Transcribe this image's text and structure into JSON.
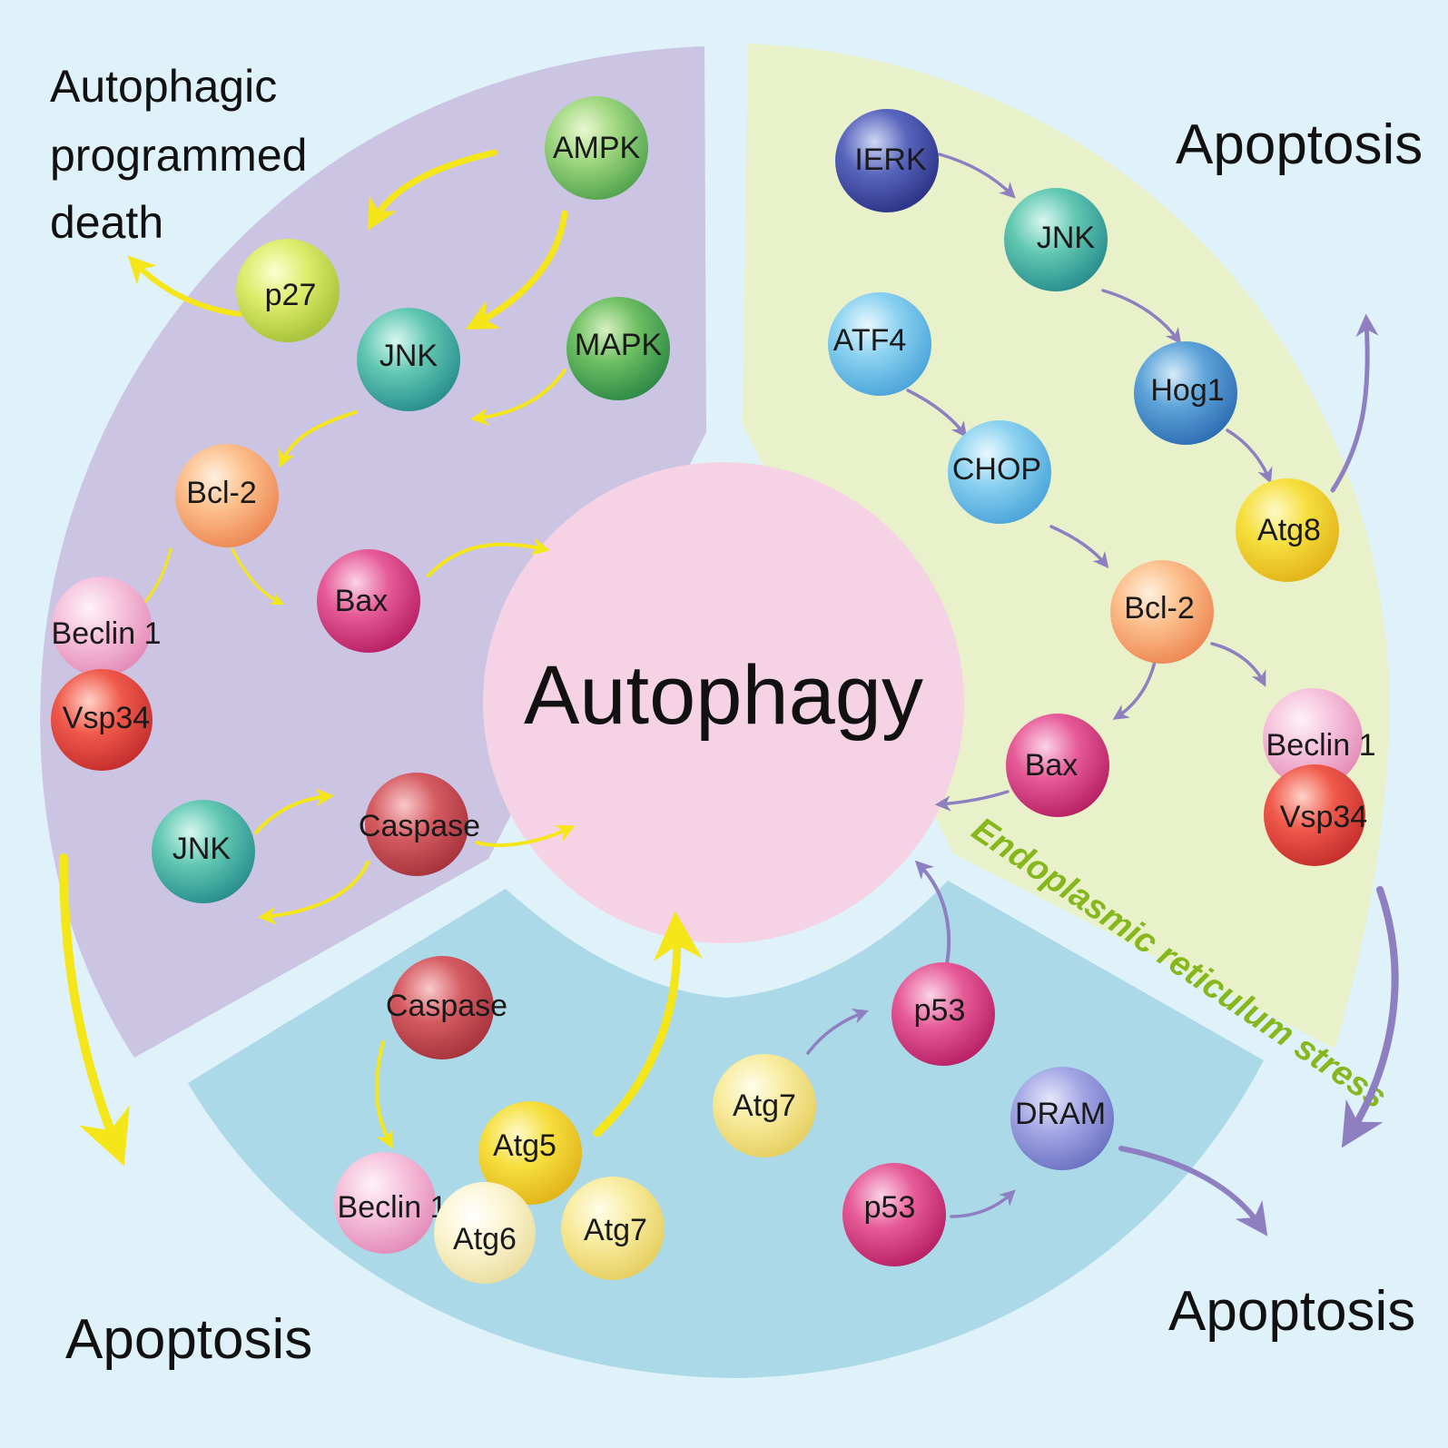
{
  "colors": {
    "background": "#dff1f9",
    "purple_sector": "#cbc4e3",
    "yellow_sector": "#e9f1cb",
    "blue_sector": "#acd9e8",
    "center": "#f6d3e4",
    "yellow_arrow": "#f5e619",
    "purple_arrow": "#8e7fc0"
  },
  "center_label": "Autophagy",
  "outer_labels": {
    "autophagic_death": [
      "Autophagic",
      "programmed",
      "death"
    ],
    "apoptosis_top_right": "Apoptosis",
    "apoptosis_bottom_left": "Apoptosis",
    "apoptosis_bottom_right": "Apoptosis"
  },
  "er_stress_label": "Endoplasmic reticulum stress",
  "nodes": {
    "purple": {
      "ampk": "AMPK",
      "p27": "p27",
      "jnk": "JNK",
      "mapk": "MAPK",
      "bcl2": "Bcl-2",
      "bax": "Bax",
      "beclin1": "Beclin 1",
      "vsp34": "Vsp34",
      "jnk2": "JNK",
      "caspase": "Caspase"
    },
    "yellow": {
      "ierk": "IERK",
      "jnk": "JNK",
      "atf4": "ATF4",
      "hog1": "Hog1",
      "chop": "CHOP",
      "atg8": "Atg8",
      "bcl2": "Bcl-2",
      "bax": "Bax",
      "beclin1": "Beclin 1",
      "vsp34": "Vsp34"
    },
    "blue": {
      "caspase": "Caspase",
      "beclin1": "Beclin 1",
      "atg5": "Atg5",
      "atg6": "Atg6",
      "atg7a": "Atg7",
      "atg7b": "Atg7",
      "p53a": "p53",
      "p53b": "p53",
      "dram": "DRAM"
    }
  }
}
